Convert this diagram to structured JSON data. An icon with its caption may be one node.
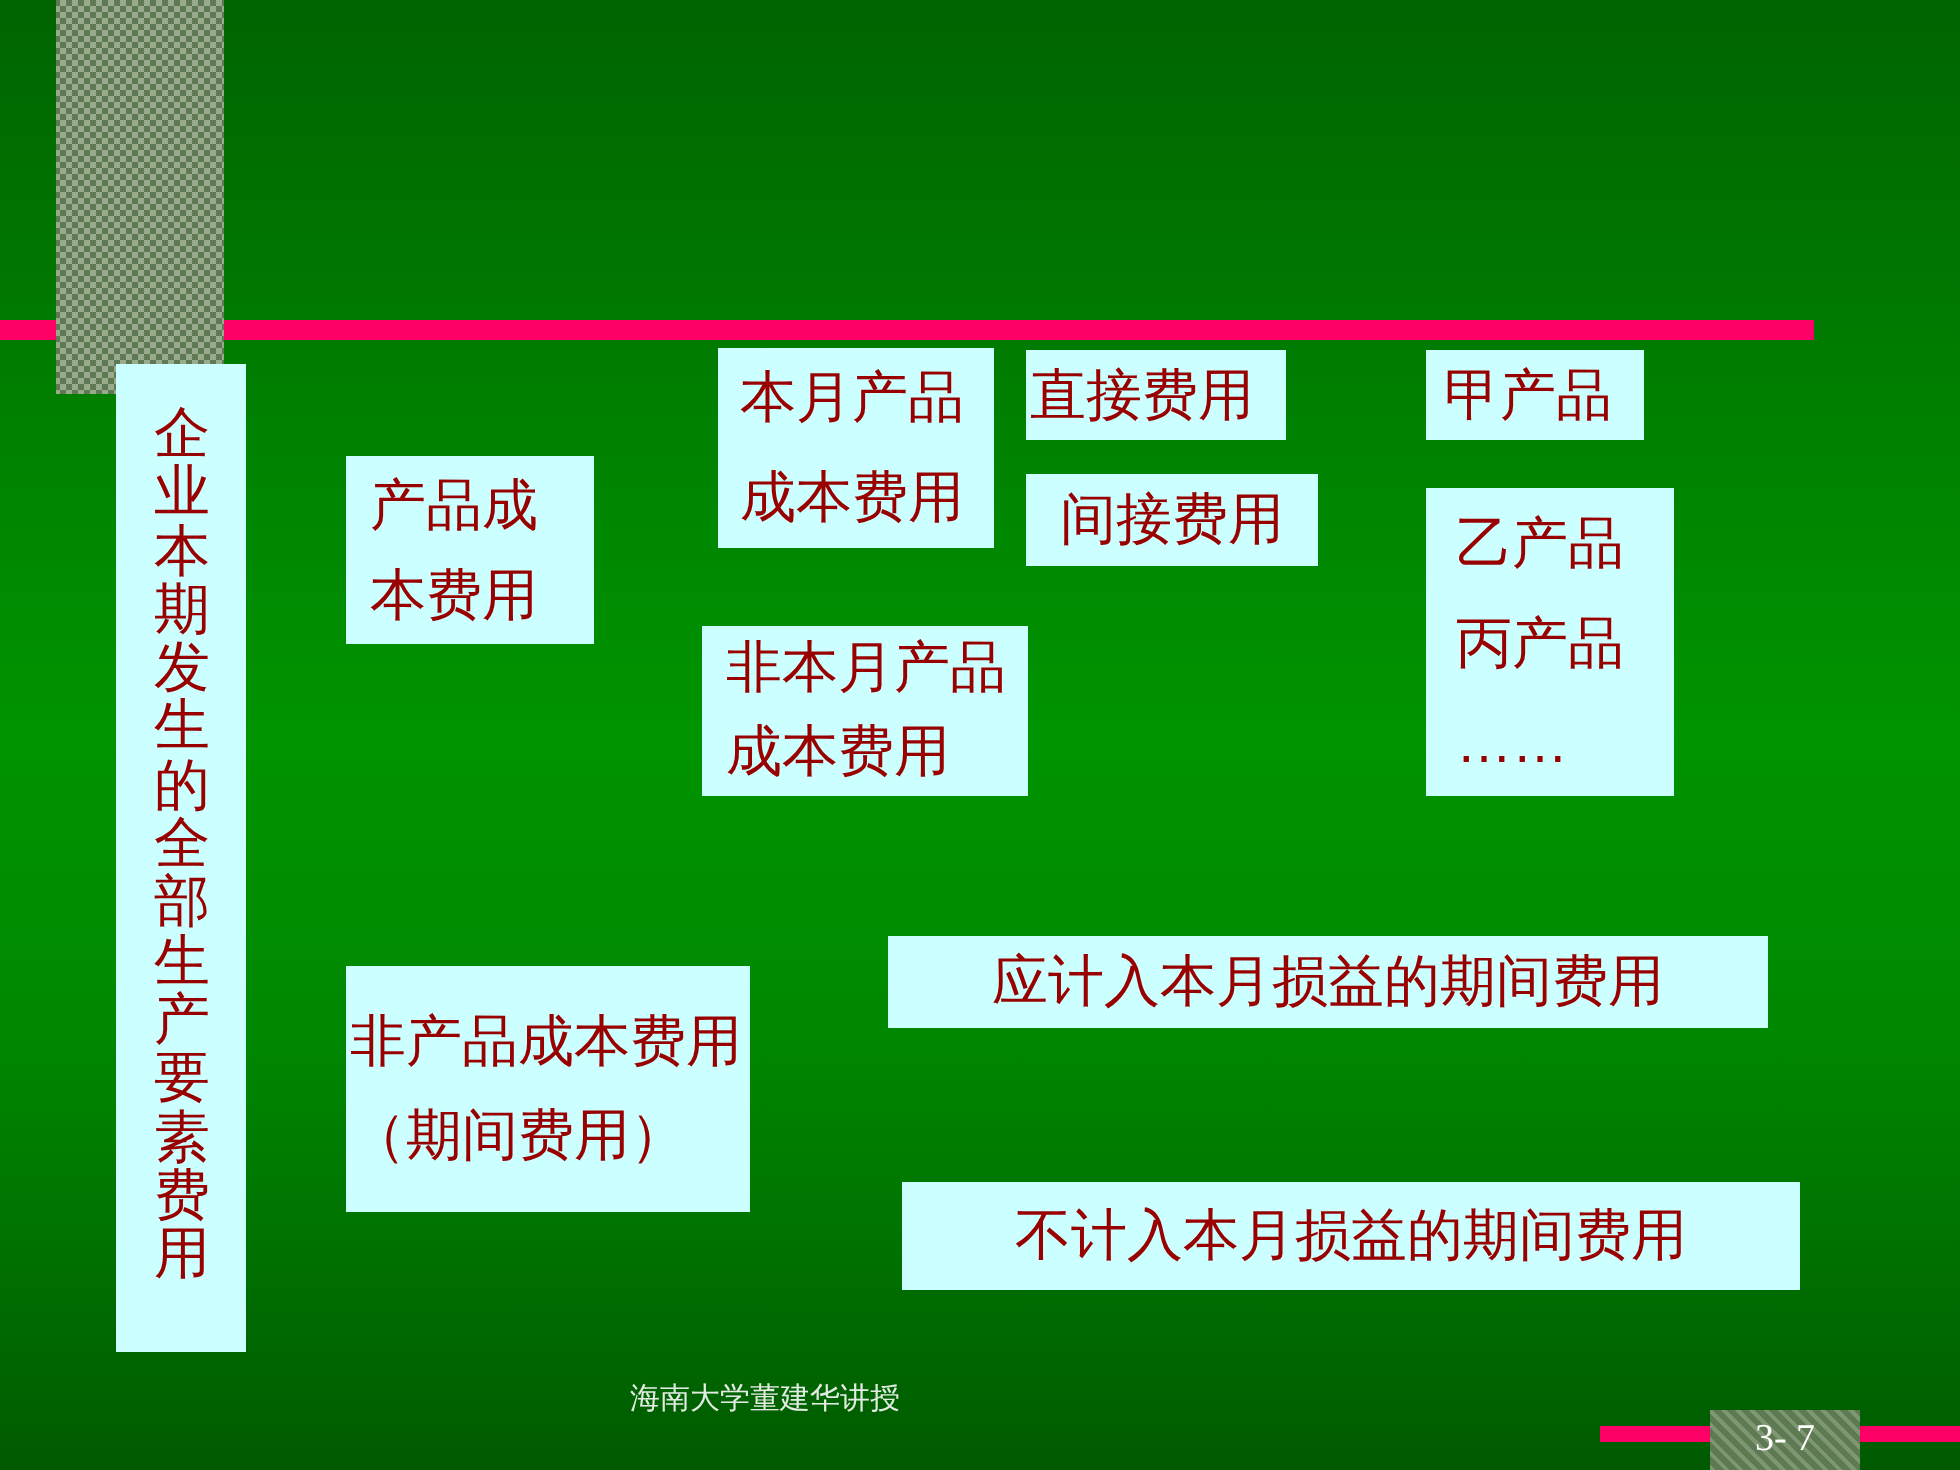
{
  "diagram": {
    "nodes": [
      {
        "text": [
          "企业本期发生的全部生产要素费用"
        ]
      },
      {
        "text": [
          "产品成本费用"
        ]
      },
      {
        "text": [
          "本月产品成本费用"
        ]
      },
      {
        "text": [
          "直接费用"
        ]
      },
      {
        "text": [
          "间接费用"
        ]
      },
      {
        "text": [
          "甲产品"
        ]
      },
      {
        "text": [
          "乙产品",
          "丙产品",
          "……"
        ]
      },
      {
        "text": [
          "非本月产品成本费用"
        ]
      },
      {
        "text": [
          "非产品成本费用（期间费用）"
        ]
      },
      {
        "text": [
          "应计入本月损益的期间费用"
        ]
      },
      {
        "text": [
          "不计入本月损益的期间费用"
        ]
      }
    ],
    "labels": [
      "海南大学董建华讲授",
      "3- 7"
    ]
  }
}
